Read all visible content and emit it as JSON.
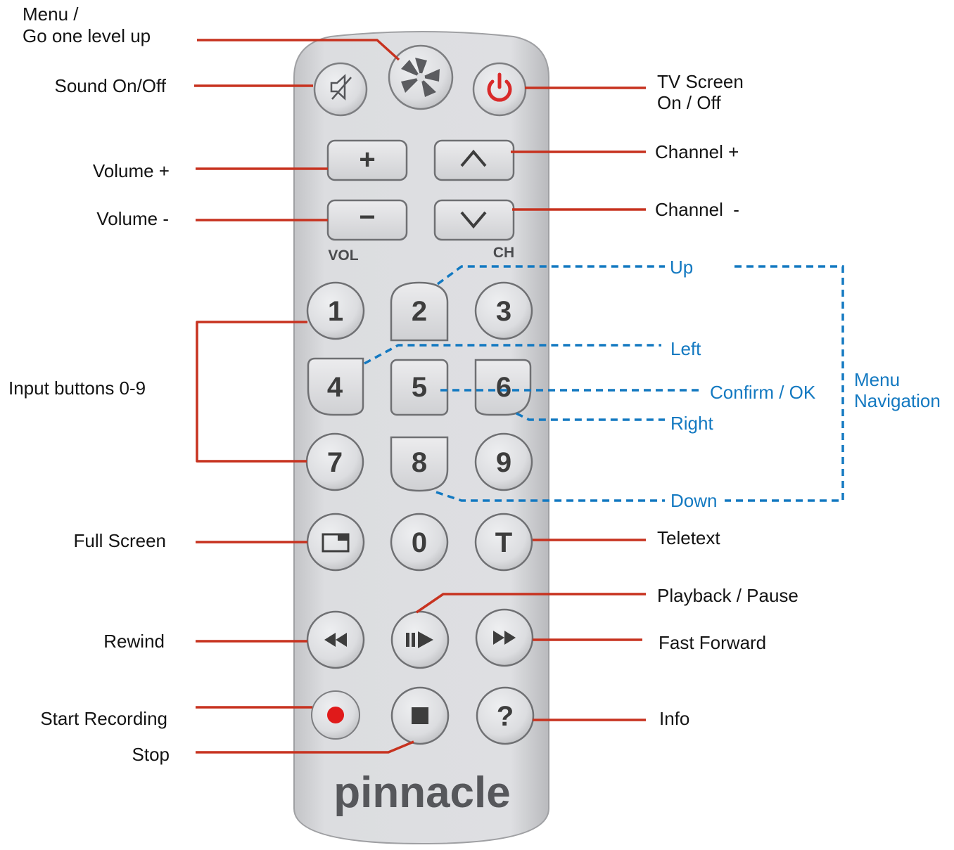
{
  "colors": {
    "leader_red": "#c7321f",
    "leader_blue": "#1379c1",
    "remote_body": "#d8d9dc",
    "button": "#dfe0e3",
    "power_red": "#d92a2a",
    "record_red": "#e01a1a"
  },
  "remote": {
    "brand": "pinnacle",
    "vol_label": "VOL",
    "ch_label": "CH",
    "buttons": {
      "vol_plus": "+",
      "vol_minus": "−",
      "num_1": "1",
      "num_2": "2",
      "num_3": "3",
      "num_4": "4",
      "num_5": "5",
      "num_6": "6",
      "num_7": "7",
      "num_8": "8",
      "num_9": "9",
      "num_0": "0",
      "teletext": "T",
      "info": "?"
    },
    "icons": {
      "mute": "speaker-mute-icon",
      "menu": "pinwheel-menu-icon",
      "power": "power-icon",
      "channel_up": "chevron-up-icon",
      "channel_down": "chevron-down-icon",
      "fullscreen": "window-icon",
      "rewind": "rewind-icon",
      "play_pause": "play-pause-icon",
      "fast_forward": "fast-forward-icon",
      "record": "record-dot-icon",
      "stop": "stop-square-icon"
    }
  },
  "labels": {
    "menu_line1": "Menu /",
    "menu_line2": "Go one level up",
    "sound": "Sound On/Off",
    "tv_line1": "TV Screen",
    "tv_line2": "On / Off",
    "volume_plus": "Volume +",
    "channel_plus": "Channel +",
    "volume_minus": "Volume -",
    "channel_minus": "Channel  -",
    "input": "Input buttons 0-9",
    "full_screen": "Full Screen",
    "teletext": "Teletext",
    "playback": "Playback / Pause",
    "rewind": "Rewind",
    "fast_forward": "Fast Forward",
    "start_recording": "Start Recording",
    "stop": "Stop",
    "info": "Info"
  },
  "navigation": {
    "up": "Up",
    "left": "Left",
    "confirm": "Confirm / OK",
    "right": "Right",
    "down": "Down",
    "group_line1": "Menu",
    "group_line2": "Navigation"
  }
}
